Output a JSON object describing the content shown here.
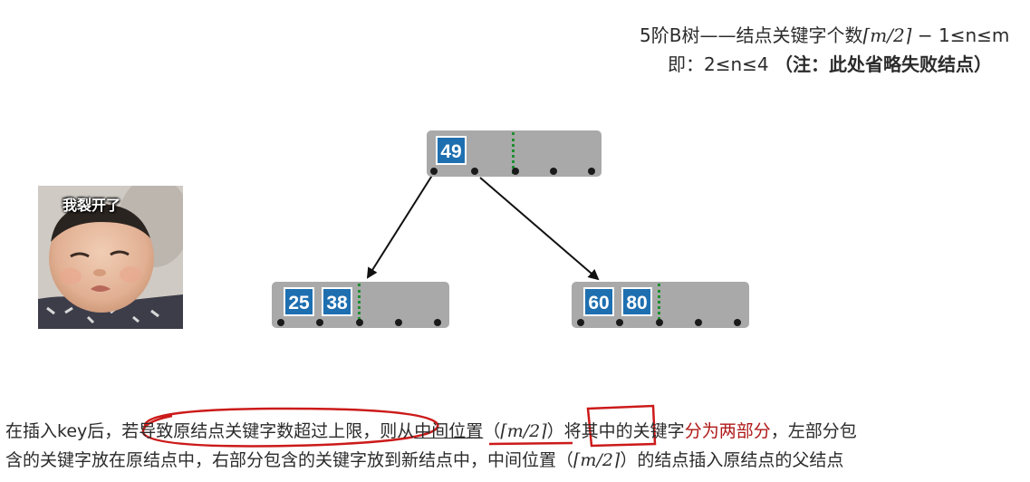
{
  "rule": {
    "line1_prefix": "5阶B树——结点关键字个数",
    "line1_ceil": "⌈m/2⌉",
    "line1_suffix": " − 1≤n≤m",
    "line2_prefix": "即：2≤n≤4 ",
    "line2_note": "（注：此处省略失败结点）"
  },
  "meme": {
    "caption": "我裂开了"
  },
  "tree": {
    "root": {
      "keys": [
        "49"
      ]
    },
    "left": {
      "keys": [
        "25",
        "38"
      ]
    },
    "right": {
      "keys": [
        "60",
        "80"
      ]
    }
  },
  "explanation": {
    "line1": {
      "p1": "在插入key后，",
      "p2": "若导致原结点关键字数超过上限",
      "p3": "，则从",
      "p4": "中间位置",
      "p5": "（",
      "p6": "⌈m/2⌉",
      "p7": "）将其中的关键字",
      "p8": "分为两部分",
      "p9": "，左部分包"
    },
    "line2": {
      "p1": "含的关键字放在原结点中，右部分包含的关键字放到新结点中，中间位置（",
      "p2": "⌈m/2⌉",
      "p3": "）的结点插入原结点的父结点"
    }
  },
  "colors": {
    "key_fill": "#1e6fb0",
    "node_fill": "#a9a9a9",
    "separator": "#1f8f2f",
    "highlight_text": "#b01818",
    "annotation_ink": "#cc1a1a"
  }
}
